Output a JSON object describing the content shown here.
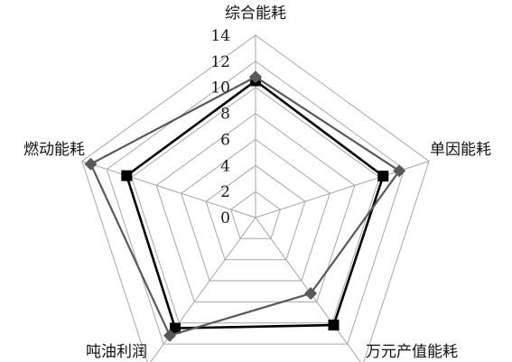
{
  "chart_data": {
    "type": "radar",
    "categories": [
      "综合能耗",
      "单因能耗",
      "万元产值能耗",
      "吨油利润",
      "燃动能耗"
    ],
    "rlim": [
      0,
      14
    ],
    "ticks": [
      0,
      2,
      4,
      6,
      8,
      10,
      12,
      14
    ],
    "grid": true,
    "legend": "none",
    "series": [
      {
        "values": [
          10.5,
          10.3,
          10.2,
          10.5,
          10.4
        ],
        "color": "#000000",
        "marker": "square"
      },
      {
        "values": [
          10.8,
          11.6,
          7.2,
          11.2,
          13.3
        ],
        "color": "#595959",
        "marker": "diamond"
      }
    ]
  }
}
